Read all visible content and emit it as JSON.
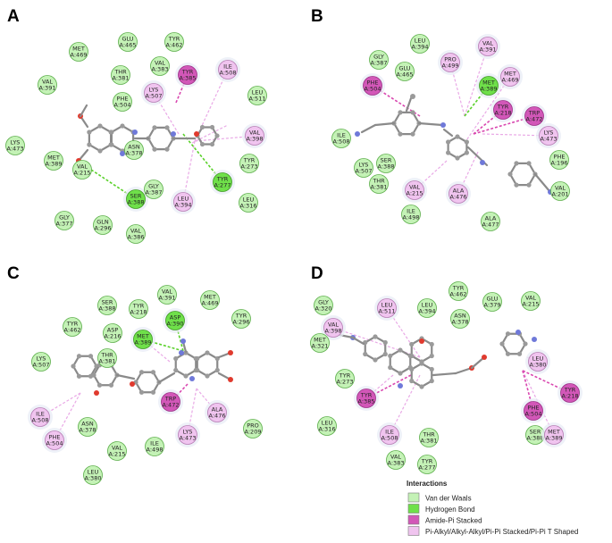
{
  "panels": [
    {
      "id": "A",
      "label": "A",
      "interactions": [
        {
          "name": "GLU A:465",
          "type": "vdw"
        },
        {
          "name": "TYR A:462",
          "type": "vdw"
        },
        {
          "name": "MET A:469",
          "type": "vdw"
        },
        {
          "name": "VAL A:383",
          "type": "vdw"
        },
        {
          "name": "TYR A:385",
          "type": "amide"
        },
        {
          "name": "ILE A:508",
          "type": "pialkyl"
        },
        {
          "name": "VAL A:391",
          "type": "vdw"
        },
        {
          "name": "THR A:381",
          "type": "vdw"
        },
        {
          "name": "LYS A:507",
          "type": "pialkyl"
        },
        {
          "name": "LEU A:511",
          "type": "vdw"
        },
        {
          "name": "PHE A:504",
          "type": "vdw"
        },
        {
          "name": "VAL A:398",
          "type": "pialkyl"
        },
        {
          "name": "LYS A:473",
          "type": "vdw"
        },
        {
          "name": "ASN A:378",
          "type": "vdw"
        },
        {
          "name": "TYR A:273",
          "type": "vdw"
        },
        {
          "name": "TYR A:277",
          "type": "hbond"
        },
        {
          "name": "MET A:389",
          "type": "vdw"
        },
        {
          "name": "VAL A:215",
          "type": "vdw"
        },
        {
          "name": "SER A:388",
          "type": "hbond"
        },
        {
          "name": "GLY A:387",
          "type": "vdw"
        },
        {
          "name": "LEU A:394",
          "type": "pialkyl"
        },
        {
          "name": "LEU A:316",
          "type": "vdw"
        },
        {
          "name": "GLY A:377",
          "type": "vdw"
        },
        {
          "name": "GLN A:296",
          "type": "vdw"
        },
        {
          "name": "VAL A:386",
          "type": "vdw"
        }
      ]
    },
    {
      "id": "B",
      "label": "B",
      "interactions": [
        {
          "name": "LEU A:394",
          "type": "vdw"
        },
        {
          "name": "VAL A:391",
          "type": "pialkyl"
        },
        {
          "name": "GLY A:387",
          "type": "vdw"
        },
        {
          "name": "PRO A:499",
          "type": "pialkyl"
        },
        {
          "name": "GLU A:465",
          "type": "vdw"
        },
        {
          "name": "MET A:469",
          "type": "pialkyl"
        },
        {
          "name": "PHE A:504",
          "type": "amide"
        },
        {
          "name": "MET A:389",
          "type": "hbond"
        },
        {
          "name": "TYR A:218",
          "type": "amide"
        },
        {
          "name": "TRP A:472",
          "type": "amide"
        },
        {
          "name": "LYS A:473",
          "type": "pialkyl"
        },
        {
          "name": "ILE A:508",
          "type": "vdw"
        },
        {
          "name": "SER A:388",
          "type": "vdw"
        },
        {
          "name": "LYS A:507",
          "type": "vdw"
        },
        {
          "name": "PHE A:196",
          "type": "vdw"
        },
        {
          "name": "THR A:381",
          "type": "vdw"
        },
        {
          "name": "VAL A:215",
          "type": "pialkyl"
        },
        {
          "name": "ALA A:476",
          "type": "pialkyl"
        },
        {
          "name": "VAL A:201",
          "type": "vdw"
        },
        {
          "name": "ILE A:498",
          "type": "vdw"
        },
        {
          "name": "ALA A:477",
          "type": "vdw"
        }
      ]
    },
    {
      "id": "C",
      "label": "C",
      "interactions": [
        {
          "name": "VAL A:391",
          "type": "vdw"
        },
        {
          "name": "SER A:388",
          "type": "vdw"
        },
        {
          "name": "TYR A:218",
          "type": "vdw"
        },
        {
          "name": "MET A:469",
          "type": "vdw"
        },
        {
          "name": "ASP A:390",
          "type": "hbond"
        },
        {
          "name": "TYR A:462",
          "type": "vdw"
        },
        {
          "name": "ASP A:216",
          "type": "vdw"
        },
        {
          "name": "TYR A:296",
          "type": "vdw"
        },
        {
          "name": "MET A:389",
          "type": "hbond"
        },
        {
          "name": "THR A:381",
          "type": "vdw"
        },
        {
          "name": "LYS A:507",
          "type": "vdw"
        },
        {
          "name": "TRP A:472",
          "type": "amide"
        },
        {
          "name": "ALA A:476",
          "type": "pialkyl"
        },
        {
          "name": "ILE A:508",
          "type": "pialkyl"
        },
        {
          "name": "PHE A:504",
          "type": "pialkyl"
        },
        {
          "name": "ASN A:378",
          "type": "vdw"
        },
        {
          "name": "ILE A:498",
          "type": "vdw"
        },
        {
          "name": "LYS A:473",
          "type": "pialkyl"
        },
        {
          "name": "PRO A:209",
          "type": "vdw"
        },
        {
          "name": "VAL A:215",
          "type": "vdw"
        },
        {
          "name": "LEU A:380",
          "type": "vdw"
        }
      ]
    },
    {
      "id": "D",
      "label": "D",
      "interactions": [
        {
          "name": "TYR A:462",
          "type": "vdw"
        },
        {
          "name": "GLY A:320",
          "type": "vdw"
        },
        {
          "name": "LEU A:511",
          "type": "pialkyl"
        },
        {
          "name": "LEU A:394",
          "type": "vdw"
        },
        {
          "name": "GLU A:379",
          "type": "vdw"
        },
        {
          "name": "VAL A:215",
          "type": "vdw"
        },
        {
          "name": "ASN A:378",
          "type": "vdw"
        },
        {
          "name": "VAL A:398",
          "type": "pialkyl"
        },
        {
          "name": "MET A:321",
          "type": "vdw"
        },
        {
          "name": "TYR A:273",
          "type": "vdw"
        },
        {
          "name": "LEU A:380",
          "type": "pialkyl"
        },
        {
          "name": "TYR A:218",
          "type": "amide"
        },
        {
          "name": "TYR A:385",
          "type": "amide"
        },
        {
          "name": "PHE A:504",
          "type": "amide"
        },
        {
          "name": "LEU A:316",
          "type": "vdw"
        },
        {
          "name": "ILE A:508",
          "type": "pialkyl"
        },
        {
          "name": "SER A:388",
          "type": "vdw"
        },
        {
          "name": "MET A:389",
          "type": "pialkyl"
        },
        {
          "name": "THR A:381",
          "type": "vdw"
        },
        {
          "name": "VAL A:383",
          "type": "vdw"
        },
        {
          "name": "TYR A:277",
          "type": "vdw"
        }
      ]
    }
  ],
  "legend": {
    "title": "Interactions",
    "items": [
      {
        "type": "vdw",
        "label": "Van der Waals",
        "color": "#c4f2b6"
      },
      {
        "type": "hbond",
        "label": "Hydrogen Bond",
        "color": "#6fe04a"
      },
      {
        "type": "amide",
        "label": "Amide-Pi Stacked",
        "color": "#d257b8"
      },
      {
        "type": "pialkyl",
        "label": "Pi-Alkyl/Alkyl-Alkyl/Pi-Pi  Stacked/Pi-Pi T Shaped",
        "color": "#f0c4ef"
      }
    ]
  },
  "colors": {
    "vdw": "#c4f2b6",
    "vdw_stroke": "#5cae4a",
    "hbond": "#6fe04a",
    "hbond_stroke": "#3e9a22",
    "amide": "#d257b8",
    "amide_stroke": "#9b2f86",
    "pialkyl": "#f0c4ef",
    "pialkyl_stroke": "#b57bb3",
    "bond": "#8a8a8a",
    "nitrogen": "#6f79d9",
    "oxygen": "#e03a2e",
    "hbond_line": "#5ad12a",
    "amide_line": "#d947b0",
    "pialkyl_line": "#e9a9e6"
  }
}
